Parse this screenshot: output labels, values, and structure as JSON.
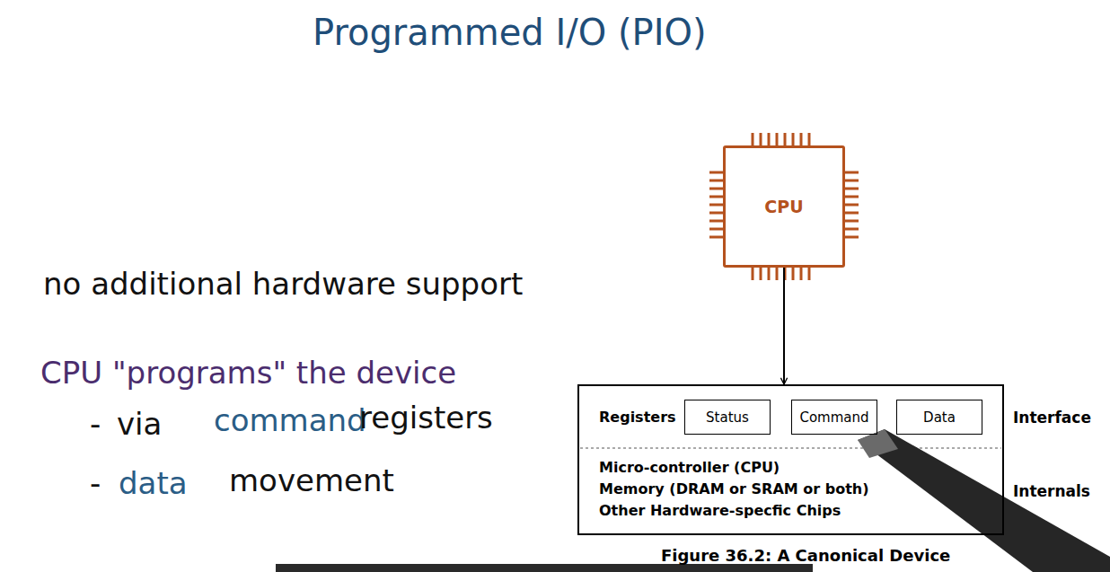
{
  "diagram": {
    "title": "Programmed I/O (PIO)",
    "caption": "Figure 36.2: A Canonical Device",
    "nodes": [
      {
        "text": [
          "CPU"
        ]
      },
      {
        "text": [
          "Registers",
          "Micro-controller (CPU)",
          "Memory (DRAM or SRAM or both)",
          "Other Hardware-specfic Chips"
        ]
      },
      {
        "text": [
          "Status"
        ],
        "in": 1
      },
      {
        "text": [
          "Command"
        ],
        "in": 1
      },
      {
        "text": [
          "Data"
        ],
        "in": 1
      }
    ],
    "edges": [
      {
        "from": 0,
        "to": 1,
        "arrow": "to"
      }
    ],
    "labels": [
      "Interface",
      "Internals",
      "no additional hardware support",
      "CPU \"programs\" the device",
      "-",
      "via",
      "command",
      "registers",
      "-",
      "data",
      "movement"
    ]
  }
}
